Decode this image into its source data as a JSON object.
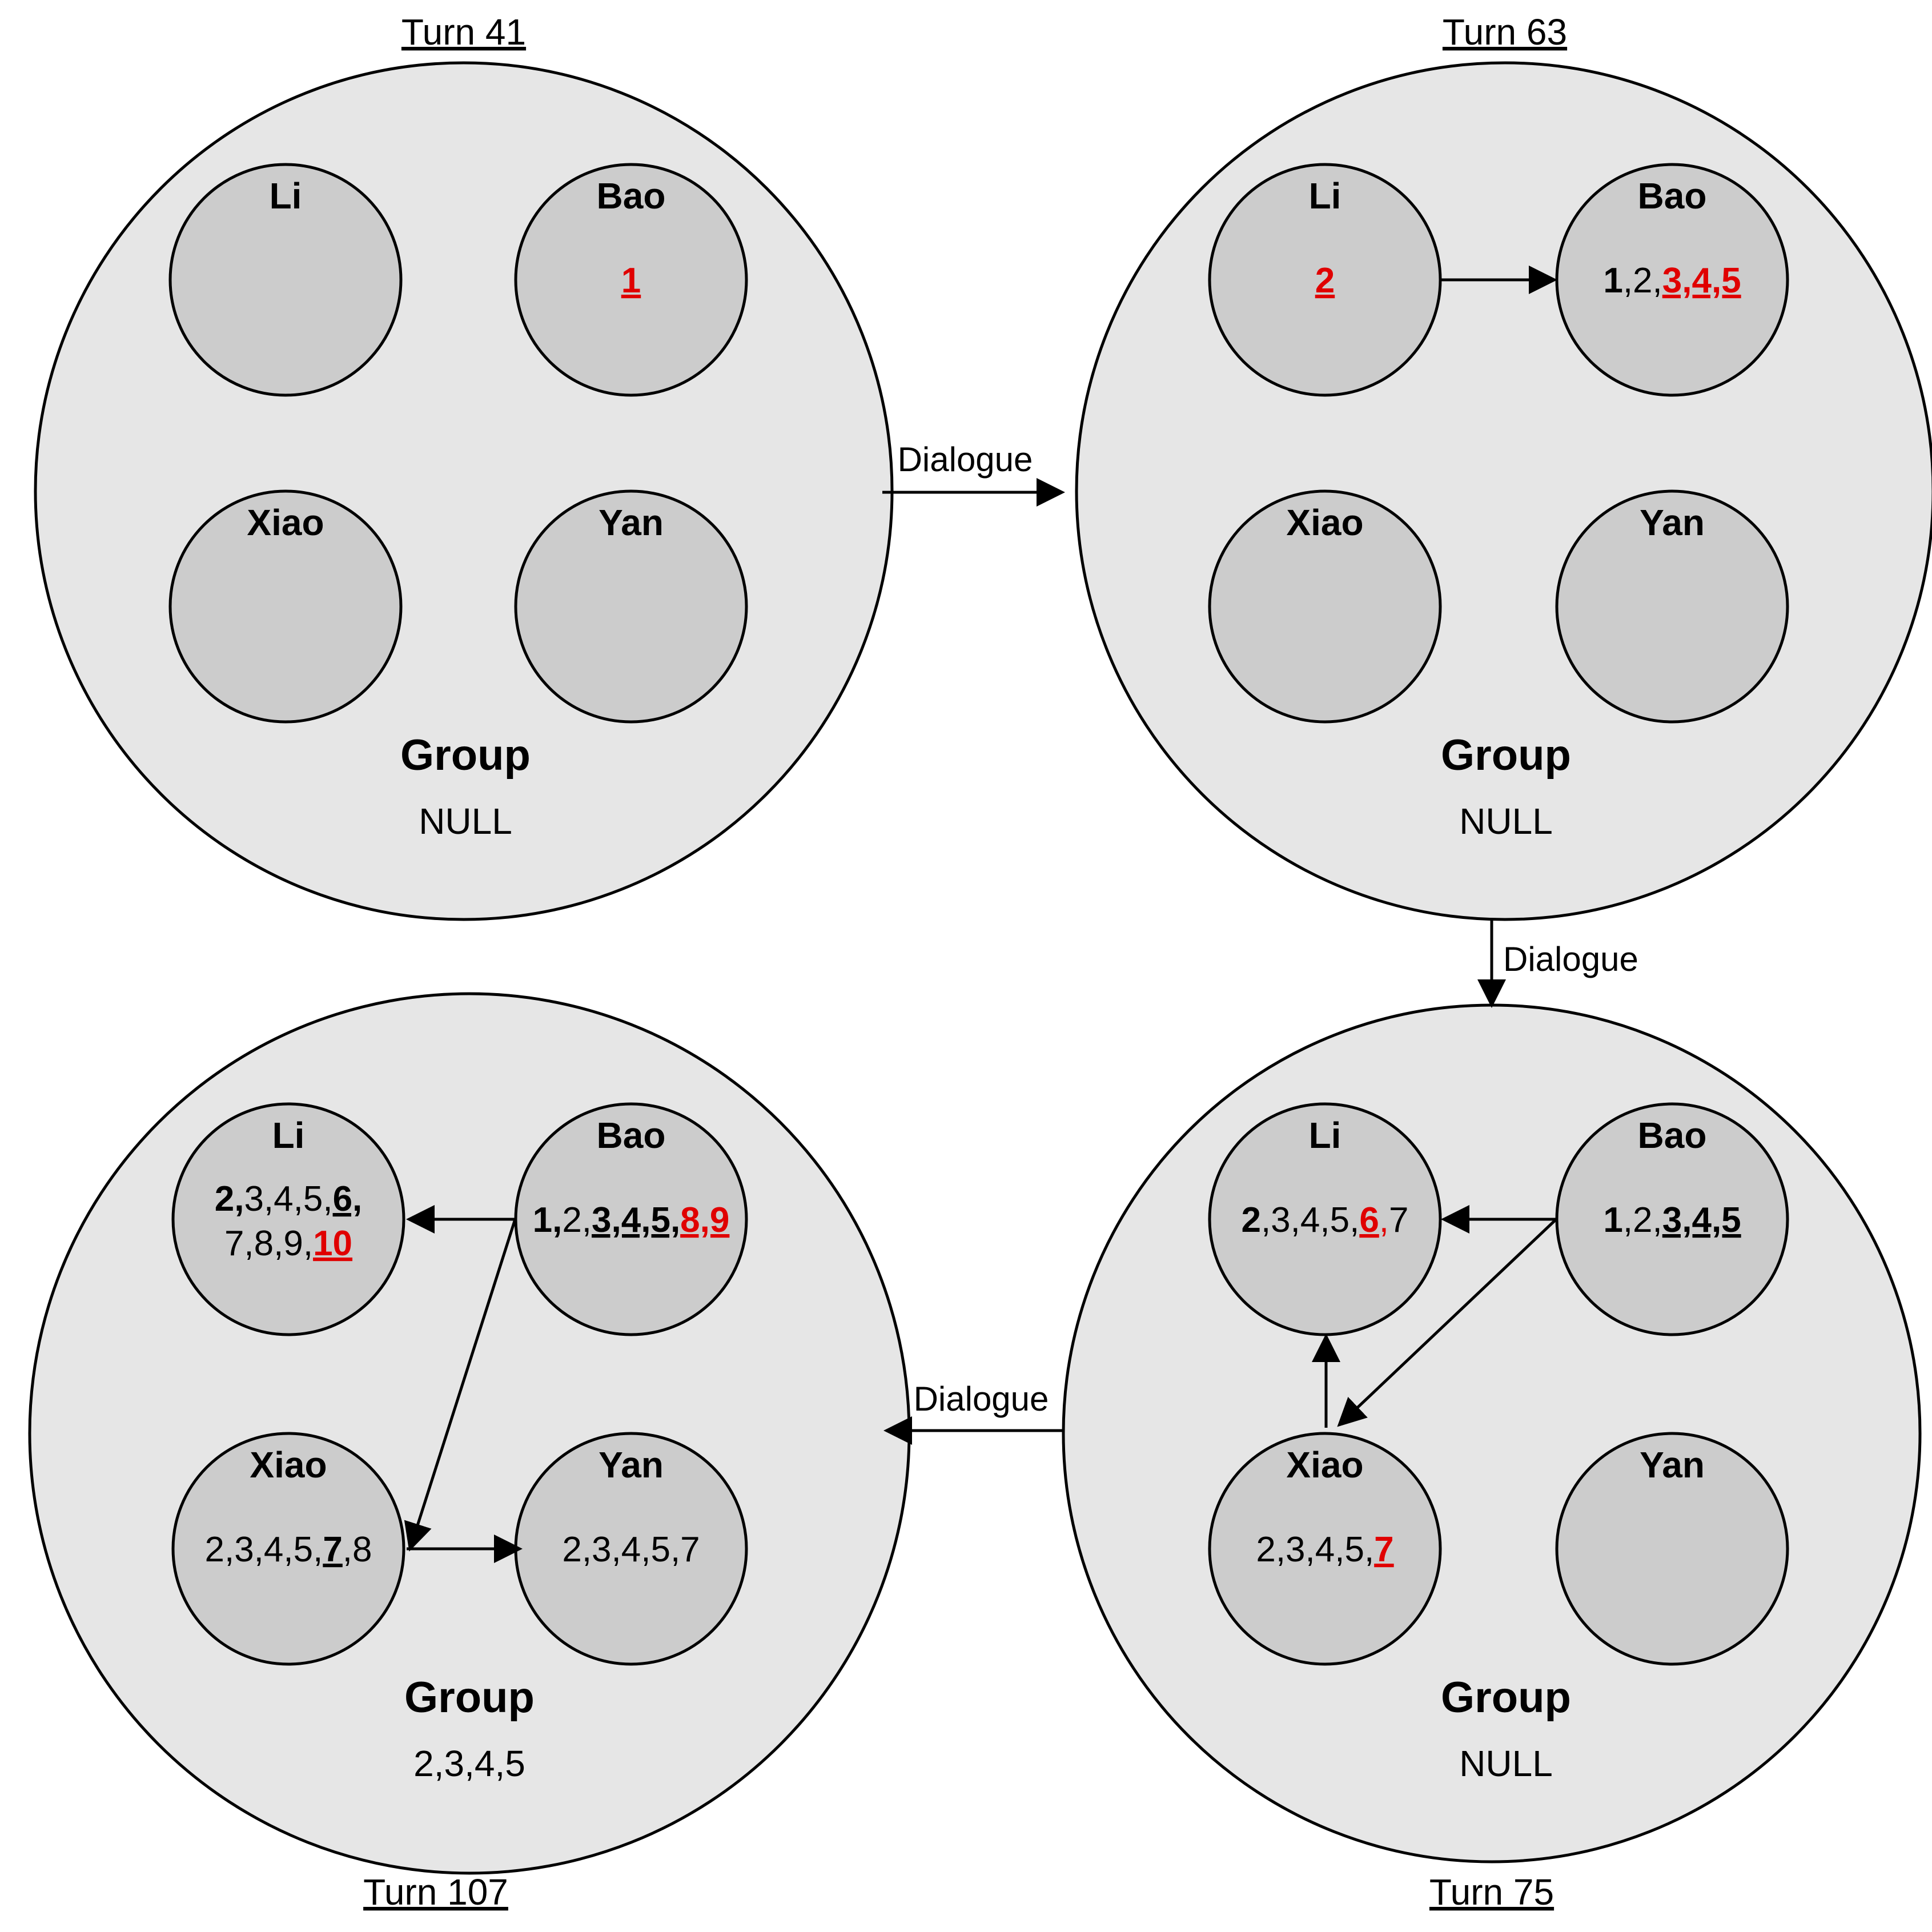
{
  "dialogue_label": "Dialogue",
  "group_title": "Group",
  "colors": {
    "outer_fill": "#e6e6e6",
    "member_fill": "#cccccc",
    "stroke": "#000000",
    "highlight": "#e00000"
  },
  "panels": [
    {
      "id": "t41",
      "turn": "Turn 41",
      "group_value": "NULL",
      "members": [
        {
          "name": "Li",
          "lines": []
        },
        {
          "name": "Bao",
          "lines": [
            [
              {
                "t": "1",
                "bold": true,
                "underline": true,
                "red": true
              }
            ]
          ]
        },
        {
          "name": "Xiao",
          "lines": []
        },
        {
          "name": "Yan",
          "lines": []
        }
      ]
    },
    {
      "id": "t63",
      "turn": "Turn 63",
      "group_value": "NULL",
      "members": [
        {
          "name": "Li",
          "lines": [
            [
              {
                "t": "2",
                "bold": true,
                "underline": true,
                "red": true
              }
            ]
          ]
        },
        {
          "name": "Bao",
          "lines": [
            [
              {
                "t": "1",
                "bold": true
              },
              {
                "t": ",2,"
              },
              {
                "t": "3,4,5",
                "bold": true,
                "underline": true,
                "red": true
              }
            ]
          ]
        },
        {
          "name": "Xiao",
          "lines": []
        },
        {
          "name": "Yan",
          "lines": []
        }
      ]
    },
    {
      "id": "t75",
      "turn": "Turn 75",
      "group_value": "NULL",
      "members": [
        {
          "name": "Li",
          "lines": [
            [
              {
                "t": "2",
                "bold": true
              },
              {
                "t": ",3,4,5,"
              },
              {
                "t": "6",
                "bold": true,
                "underline": true,
                "red": true
              },
              {
                "t": ",",
                "red": true
              },
              {
                "t": "7"
              }
            ]
          ]
        },
        {
          "name": "Bao",
          "lines": [
            [
              {
                "t": "1",
                "bold": true
              },
              {
                "t": ",2,"
              },
              {
                "t": "3,4,5",
                "bold": true,
                "underline": true
              }
            ]
          ]
        },
        {
          "name": "Xiao",
          "lines": [
            [
              {
                "t": "2,3,4,5,"
              },
              {
                "t": "7",
                "bold": true,
                "underline": true,
                "red": true
              }
            ]
          ]
        },
        {
          "name": "Yan",
          "lines": []
        }
      ]
    },
    {
      "id": "t107",
      "turn": "Turn 107",
      "group_value": "2,3,4,5",
      "members": [
        {
          "name": "Li",
          "lines": [
            [
              {
                "t": "2,",
                "bold": true
              },
              {
                "t": "3,4,5,"
              },
              {
                "t": "6,",
                "bold": true,
                "underline": true
              }
            ],
            [
              {
                "t": "7,8,9,"
              },
              {
                "t": "10",
                "bold": true,
                "underline": true,
                "red": true
              }
            ]
          ]
        },
        {
          "name": "Bao",
          "lines": [
            [
              {
                "t": "1,",
                "bold": true
              },
              {
                "t": "2,"
              },
              {
                "t": "3,4,5,",
                "bold": true,
                "underline": true
              },
              {
                "t": "8,9",
                "bold": true,
                "underline": true,
                "red": true
              }
            ]
          ]
        },
        {
          "name": "Xiao",
          "lines": [
            [
              {
                "t": "2,3,4,5,"
              },
              {
                "t": "7",
                "bold": true,
                "underline": true
              },
              {
                "t": ",8"
              }
            ]
          ]
        },
        {
          "name": "Yan",
          "lines": [
            [
              {
                "t": "2,3,4,5,7"
              }
            ]
          ]
        }
      ]
    }
  ]
}
